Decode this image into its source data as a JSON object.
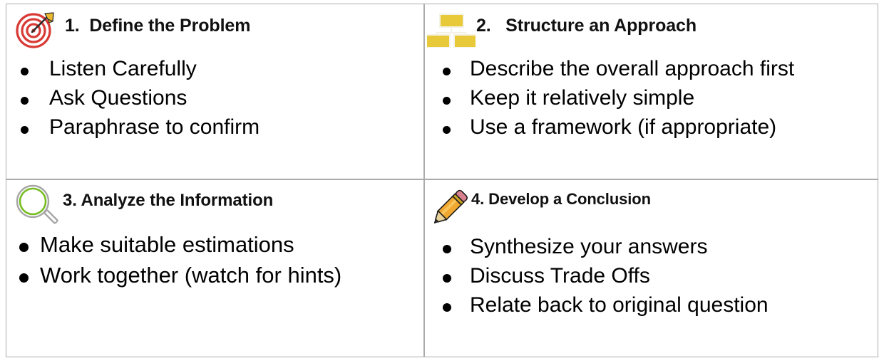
{
  "slide": {
    "layout": "2x2-grid",
    "background_color": "#ffffff",
    "grid_line_color": "#ababab"
  },
  "quadrants": [
    {
      "id": "q1",
      "number": "1.",
      "title": "1.  Define the Problem",
      "icon": "target-icon",
      "icon_colors": {
        "ring": "#d93a35",
        "arrow": "#edb92e",
        "arrow_shaft": "#2b2b2b"
      },
      "bullets": [
        "Listen Carefully",
        "Ask Questions",
        "Paraphrase to confirm"
      ]
    },
    {
      "id": "q2",
      "number": "2.",
      "title": "2.   Structure an Approach",
      "icon": "org-chart-icon",
      "icon_colors": {
        "box": "#e8c93a",
        "box_border": "#f2f0e6",
        "connector": "#f7f5ec"
      },
      "bullets": [
        "Describe the overall approach first",
        "Keep it relatively simple",
        "Use a framework (if appropriate)"
      ]
    },
    {
      "id": "q3",
      "number": "3.",
      "title": "3. Analyze the Information",
      "icon": "magnifying-glass-icon",
      "icon_colors": {
        "outer_ring": "#a6a6a6",
        "inner_ring": "#76bc21",
        "handle": "#a6a6a6"
      },
      "bullets": [
        "Make suitable estimations",
        "Work together (watch for hints)"
      ]
    },
    {
      "id": "q4",
      "number": "4.",
      "title": "4. Develop a Conclusion",
      "icon": "pencil-icon",
      "icon_colors": {
        "body": "#f0a830",
        "body_light": "#f8c55c",
        "eraser": "#d9808f",
        "ferrule": "#c9a227",
        "tip": "#e8d29a",
        "lead": "#3b3b3b",
        "outline": "#1a1a1a"
      },
      "bullets": [
        "Synthesize your answers",
        "Discuss Trade Offs",
        "Relate back to original question"
      ]
    }
  ]
}
